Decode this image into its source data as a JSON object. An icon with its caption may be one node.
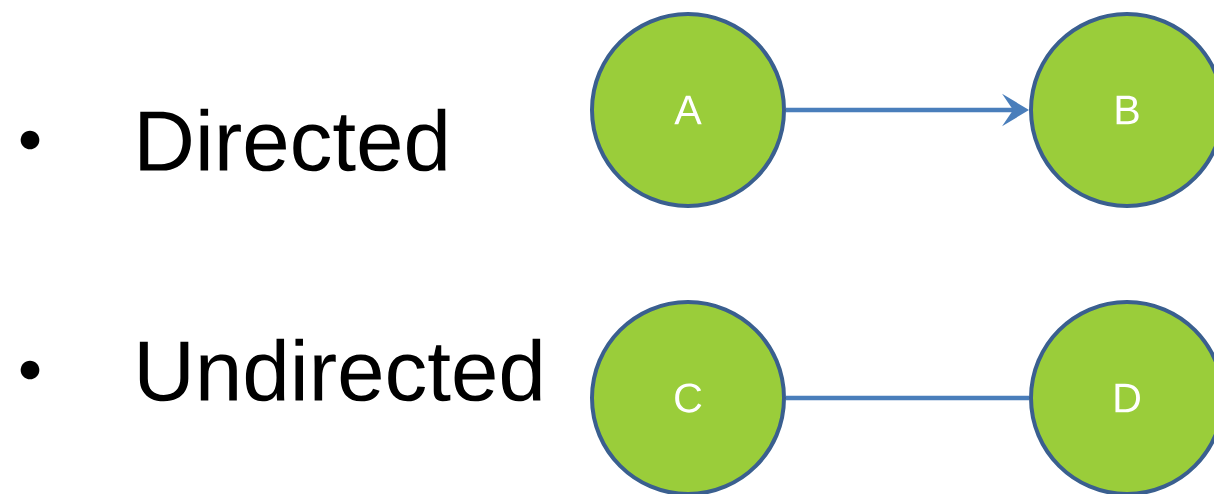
{
  "diagram": {
    "nodes": [
      {
        "text": [
          "A"
        ]
      },
      {
        "text": [
          "B"
        ]
      },
      {
        "text": [
          "C"
        ]
      },
      {
        "text": [
          "D"
        ]
      }
    ],
    "edges": [
      {
        "from": 0,
        "to": 1,
        "arrow": "to"
      },
      {
        "from": 2,
        "to": 3,
        "arrow": "none"
      }
    ],
    "labels": [
      "Directed",
      "Undirected"
    ]
  }
}
